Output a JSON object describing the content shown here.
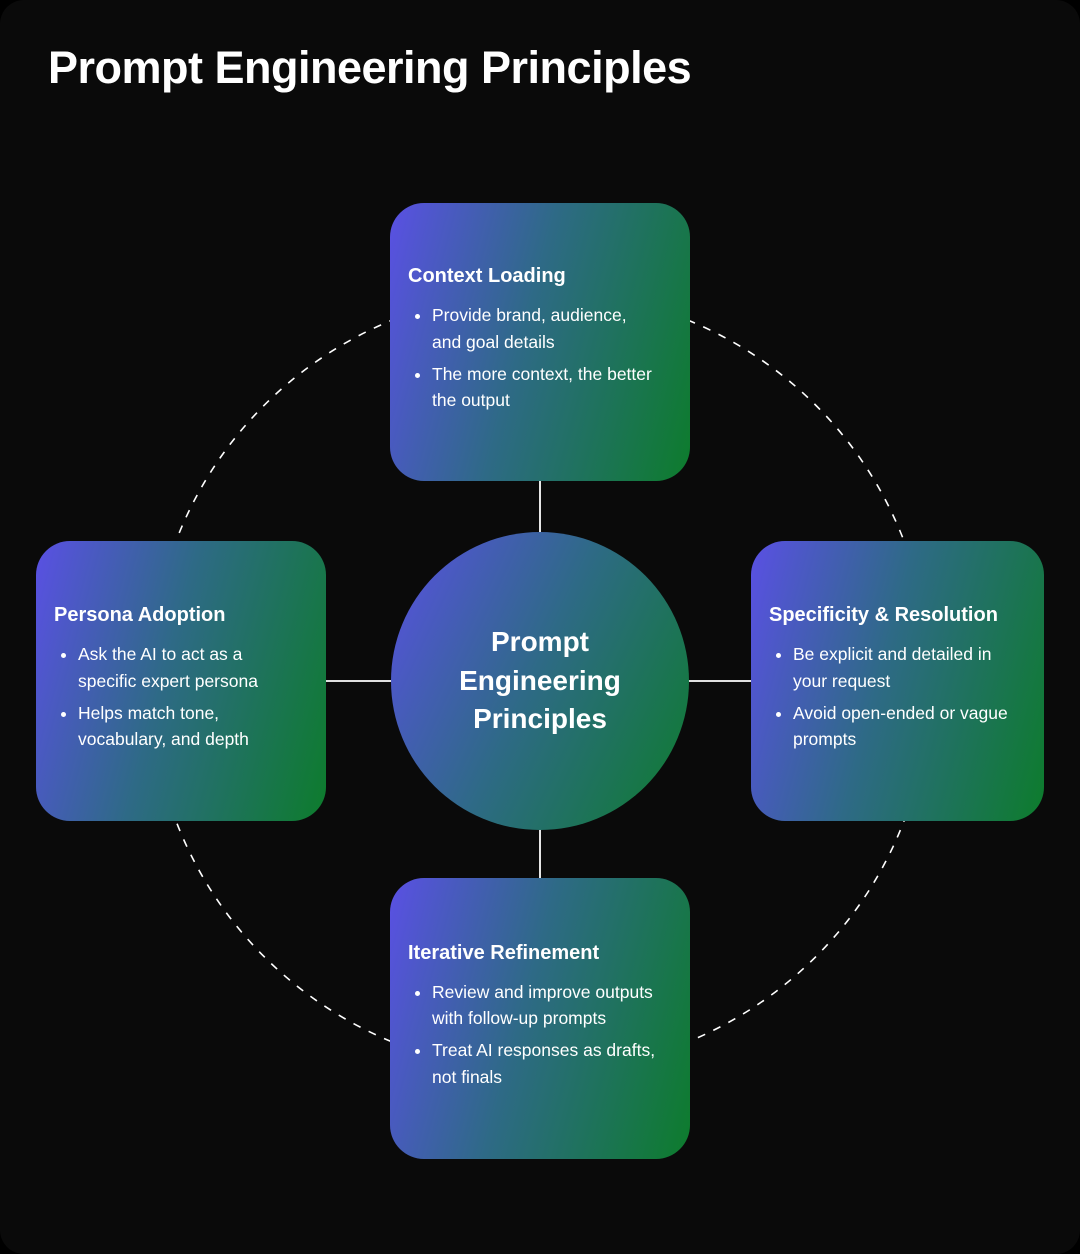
{
  "page": {
    "title": "Prompt Engineering Principles",
    "background_color": "#0a0a0a",
    "text_color": "#ffffff"
  },
  "colors": {
    "gradient_start": "#5a50e4",
    "gradient_end": "#0d7c2c",
    "connector_line": "#ffffff"
  },
  "center": {
    "label": "Prompt Engineering Principles"
  },
  "nodes": [
    {
      "position": "top",
      "title": "Context Loading",
      "bullets": [
        "Provide brand, audience, and goal details",
        "The more context, the better the output"
      ]
    },
    {
      "position": "left",
      "title": "Persona Adoption",
      "bullets": [
        "Ask the AI to act as a specific expert persona",
        "Helps match tone, vocabulary, and depth"
      ]
    },
    {
      "position": "right",
      "title": "Specificity & Resolution",
      "bullets": [
        "Be explicit and detailed in your request",
        "Avoid open-ended or vague prompts"
      ]
    },
    {
      "position": "bottom",
      "title": "Iterative Refinement",
      "bullets": [
        "Review and improve outputs with follow-up prompts",
        "Treat AI responses as drafts, not finals"
      ]
    }
  ]
}
